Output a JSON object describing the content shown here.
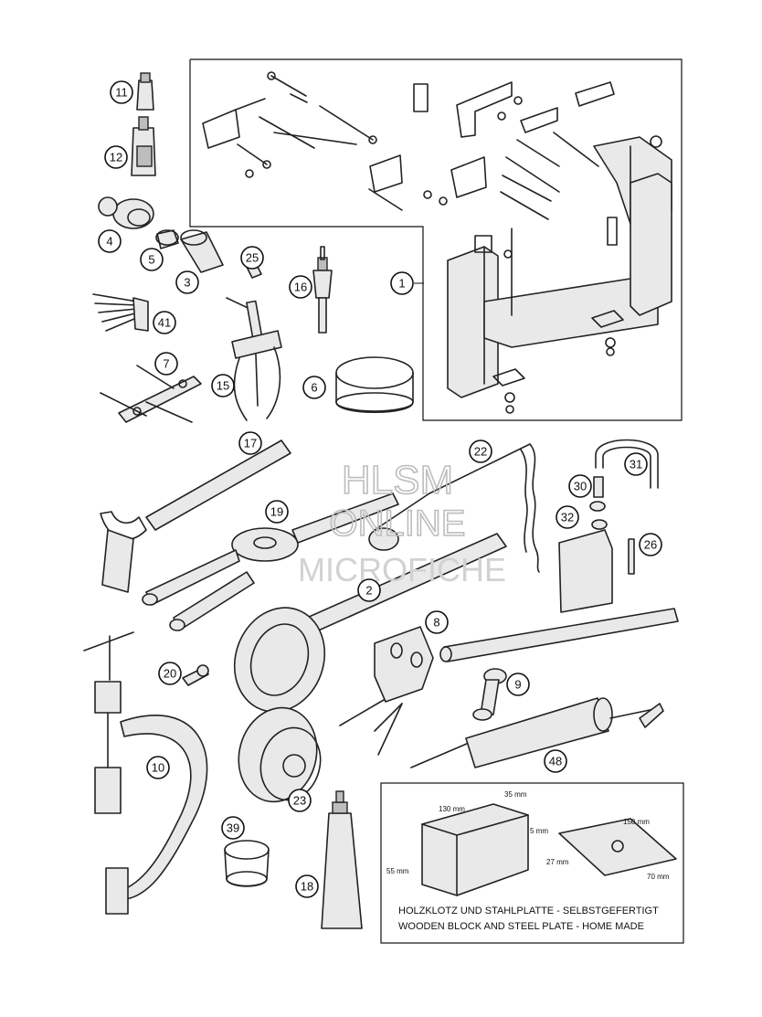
{
  "watermark": {
    "line1": "HLSM",
    "line2": "ONLINE",
    "line3": "MICROFICHE"
  },
  "callouts": {
    "c1": "1",
    "c2": "2",
    "c3": "3",
    "c4": "4",
    "c5": "5",
    "c6": "6",
    "c7": "7",
    "c8": "8",
    "c9": "9",
    "c10": "10",
    "c11": "11",
    "c12": "12",
    "c15": "15",
    "c16": "16",
    "c17": "17",
    "c18": "18",
    "c19": "19",
    "c20": "20",
    "c22": "22",
    "c23": "23",
    "c25": "25",
    "c26": "26",
    "c30": "30",
    "c31": "31",
    "c32": "32",
    "c39": "39",
    "c41": "41",
    "c48": "48"
  },
  "home_made_box": {
    "dim_130": "130 mm",
    "dim_35": "35 mm",
    "dim_55": "55 mm",
    "dim_5": "5 mm",
    "dim_150": "150 mm",
    "dim_27": "27 mm",
    "dim_70": "70 mm",
    "caption_de": "HOLZKLOTZ UND STAHLPLATTE - SELBSTGEFERTIGT",
    "caption_en": "WOODEN BLOCK AND STEEL PLATE - HOME MADE"
  }
}
